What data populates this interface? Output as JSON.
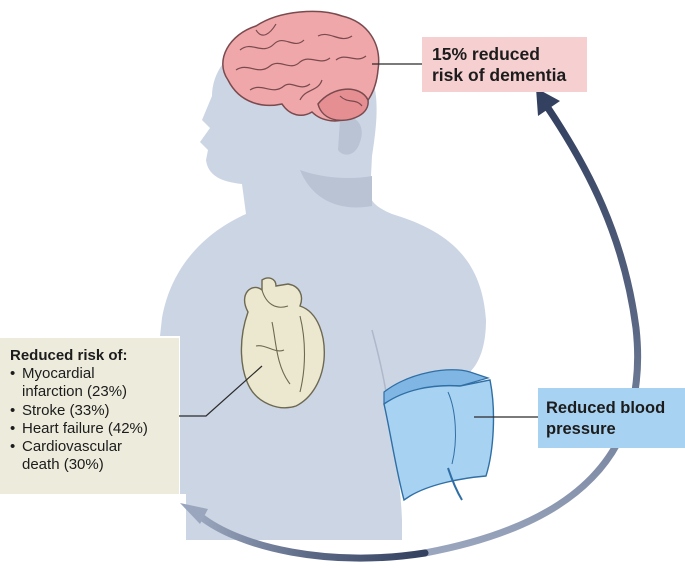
{
  "labels": {
    "dementia": {
      "line1": "15% reduced",
      "line2": "risk of dementia"
    },
    "blood_pressure": {
      "line1": "Reduced blood",
      "line2": "pressure"
    },
    "cardio": {
      "heading": "Reduced risk of:",
      "items": [
        [
          "Myocardial",
          "infarction (23%)"
        ],
        [
          "Stroke (33%)"
        ],
        [
          "Heart failure (42%)"
        ],
        [
          "Cardiovascular",
          "death (30%)"
        ]
      ]
    }
  },
  "colors": {
    "body": "#ccd5e4",
    "body_shadow": "#b9c3d3",
    "brain": "#efa7aa",
    "brain_line": "#7a4a4e",
    "heart": "#ece8cf",
    "heart_line": "#6d6850",
    "cuff": "#a8d2f2",
    "cuff_line": "#2f6fa5",
    "arrow_dark": "#33405f",
    "arrow_light": "#9aa6bd"
  },
  "icons": [
    "human-silhouette",
    "brain-icon",
    "heart-icon",
    "blood-pressure-cuff-icon",
    "cycle-arrow-icon"
  ]
}
